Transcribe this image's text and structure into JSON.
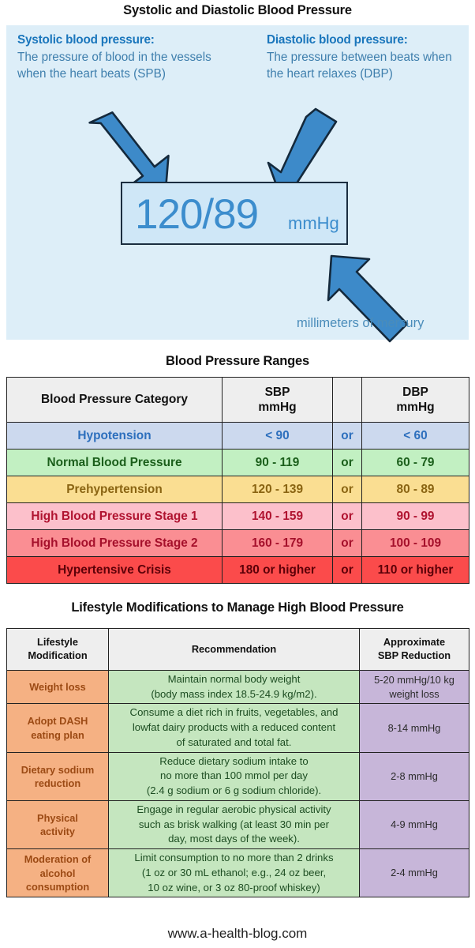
{
  "diagram": {
    "title": "Systolic and Diastolic Blood Pressure",
    "panel_bg": "#ddeef8",
    "accent": "#3c8dcd",
    "callouts": [
      {
        "heading": "Systolic blood pressure:",
        "body": "The pressure of blood in the vessels when the heart beats (SPB)"
      },
      {
        "heading": "Diastolic blood pressure:",
        "body": "The pressure between beats when the heart relaxes (DBP)"
      }
    ],
    "reading": {
      "value": "120/89",
      "units": "mmHg",
      "systolic": 120,
      "diastolic": 89
    },
    "mercury_caption": "millimeters of mercury",
    "arrows": [
      {
        "name": "arrow-to-systolic",
        "direction": "down-right"
      },
      {
        "name": "arrow-to-diastolic",
        "direction": "down-left"
      },
      {
        "name": "arrow-to-units",
        "direction": "up-left"
      }
    ]
  },
  "ranges": {
    "title": "Blood Pressure Ranges",
    "headers": [
      "Blood Pressure Category",
      "SBP\nmmHg",
      "",
      "DBP\nmmHg"
    ],
    "header_category": "Blood Pressure Category",
    "header_sbp_line1": "SBP",
    "header_sbp_line2": "mmHg",
    "header_mid": "",
    "header_dbp_line1": "DBP",
    "header_dbp_line2": "mmHg",
    "rows": [
      {
        "category": "Hypotension",
        "sbp": "< 90",
        "conj": "or",
        "dbp": "< 60",
        "bg": "#ccd9ee",
        "fg": "#2d6fbd"
      },
      {
        "category": "Normal Blood Pressure",
        "sbp": "90 - 119",
        "conj": "or",
        "dbp": "60 - 79",
        "bg": "#c2f0c2",
        "fg": "#1b5f1b"
      },
      {
        "category": "Prehypertension",
        "sbp": "120 - 139",
        "conj": "or",
        "dbp": "80 - 89",
        "bg": "#fade92",
        "fg": "#8a6412"
      },
      {
        "category": "High Blood Pressure Stage 1",
        "sbp": "140 - 159",
        "conj": "or",
        "dbp": "90 - 99",
        "bg": "#fcc0cb",
        "fg": "#b01330"
      },
      {
        "category": "High Blood Pressure Stage 2",
        "sbp": "160 - 179",
        "conj": "or",
        "dbp": "100 - 109",
        "bg": "#fa8e93",
        "fg": "#a5102b"
      },
      {
        "category": "Hypertensive Crisis",
        "sbp": "180 or higher",
        "conj": "or",
        "dbp": "110 or higher",
        "bg": "#fb4b4b",
        "fg": "#5c0008"
      }
    ]
  },
  "lifestyle": {
    "title": "Lifestyle Modifications to Manage High Blood Pressure",
    "header_mod_line1": "Lifestyle",
    "header_mod_line2": "Modification",
    "header_rec": "Recommendation",
    "header_red_line1": "Approximate",
    "header_red_line2": "SBP Reduction",
    "rows": [
      {
        "modification": "Weight loss",
        "recommendation": "Maintain normal body weight\n(body mass index 18.5-24.9 kg/m2).",
        "reduction": "5-20 mmHg/10 kg\nweight loss"
      },
      {
        "modification": "Adopt DASH\neating plan",
        "recommendation": "Consume a diet rich in fruits, vegetables, and\nlowfat dairy products with a reduced content\nof saturated and total fat.",
        "reduction": "8-14 mmHg"
      },
      {
        "modification": "Dietary sodium\nreduction",
        "recommendation": "Reduce dietary sodium intake to\nno more than 100 mmol per day\n(2.4 g sodium or 6 g sodium chloride).",
        "reduction": "2-8 mmHg"
      },
      {
        "modification": "Physical\nactivity",
        "recommendation": "Engage in regular aerobic physical activity\nsuch as brisk walking (at least 30 min per\nday, most days of the week).",
        "reduction": "4-9 mmHg"
      },
      {
        "modification": "Moderation of\nalcohol\nconsumption",
        "recommendation": "Limit consumption to no more than 2 drinks\n(1 oz or 30 mL ethanol; e.g., 24 oz beer,\n10 oz wine, or 3 oz 80-proof whiskey)",
        "reduction": "2-4 mmHg"
      }
    ]
  },
  "footer": {
    "site": "www.a-health-blog.com"
  }
}
